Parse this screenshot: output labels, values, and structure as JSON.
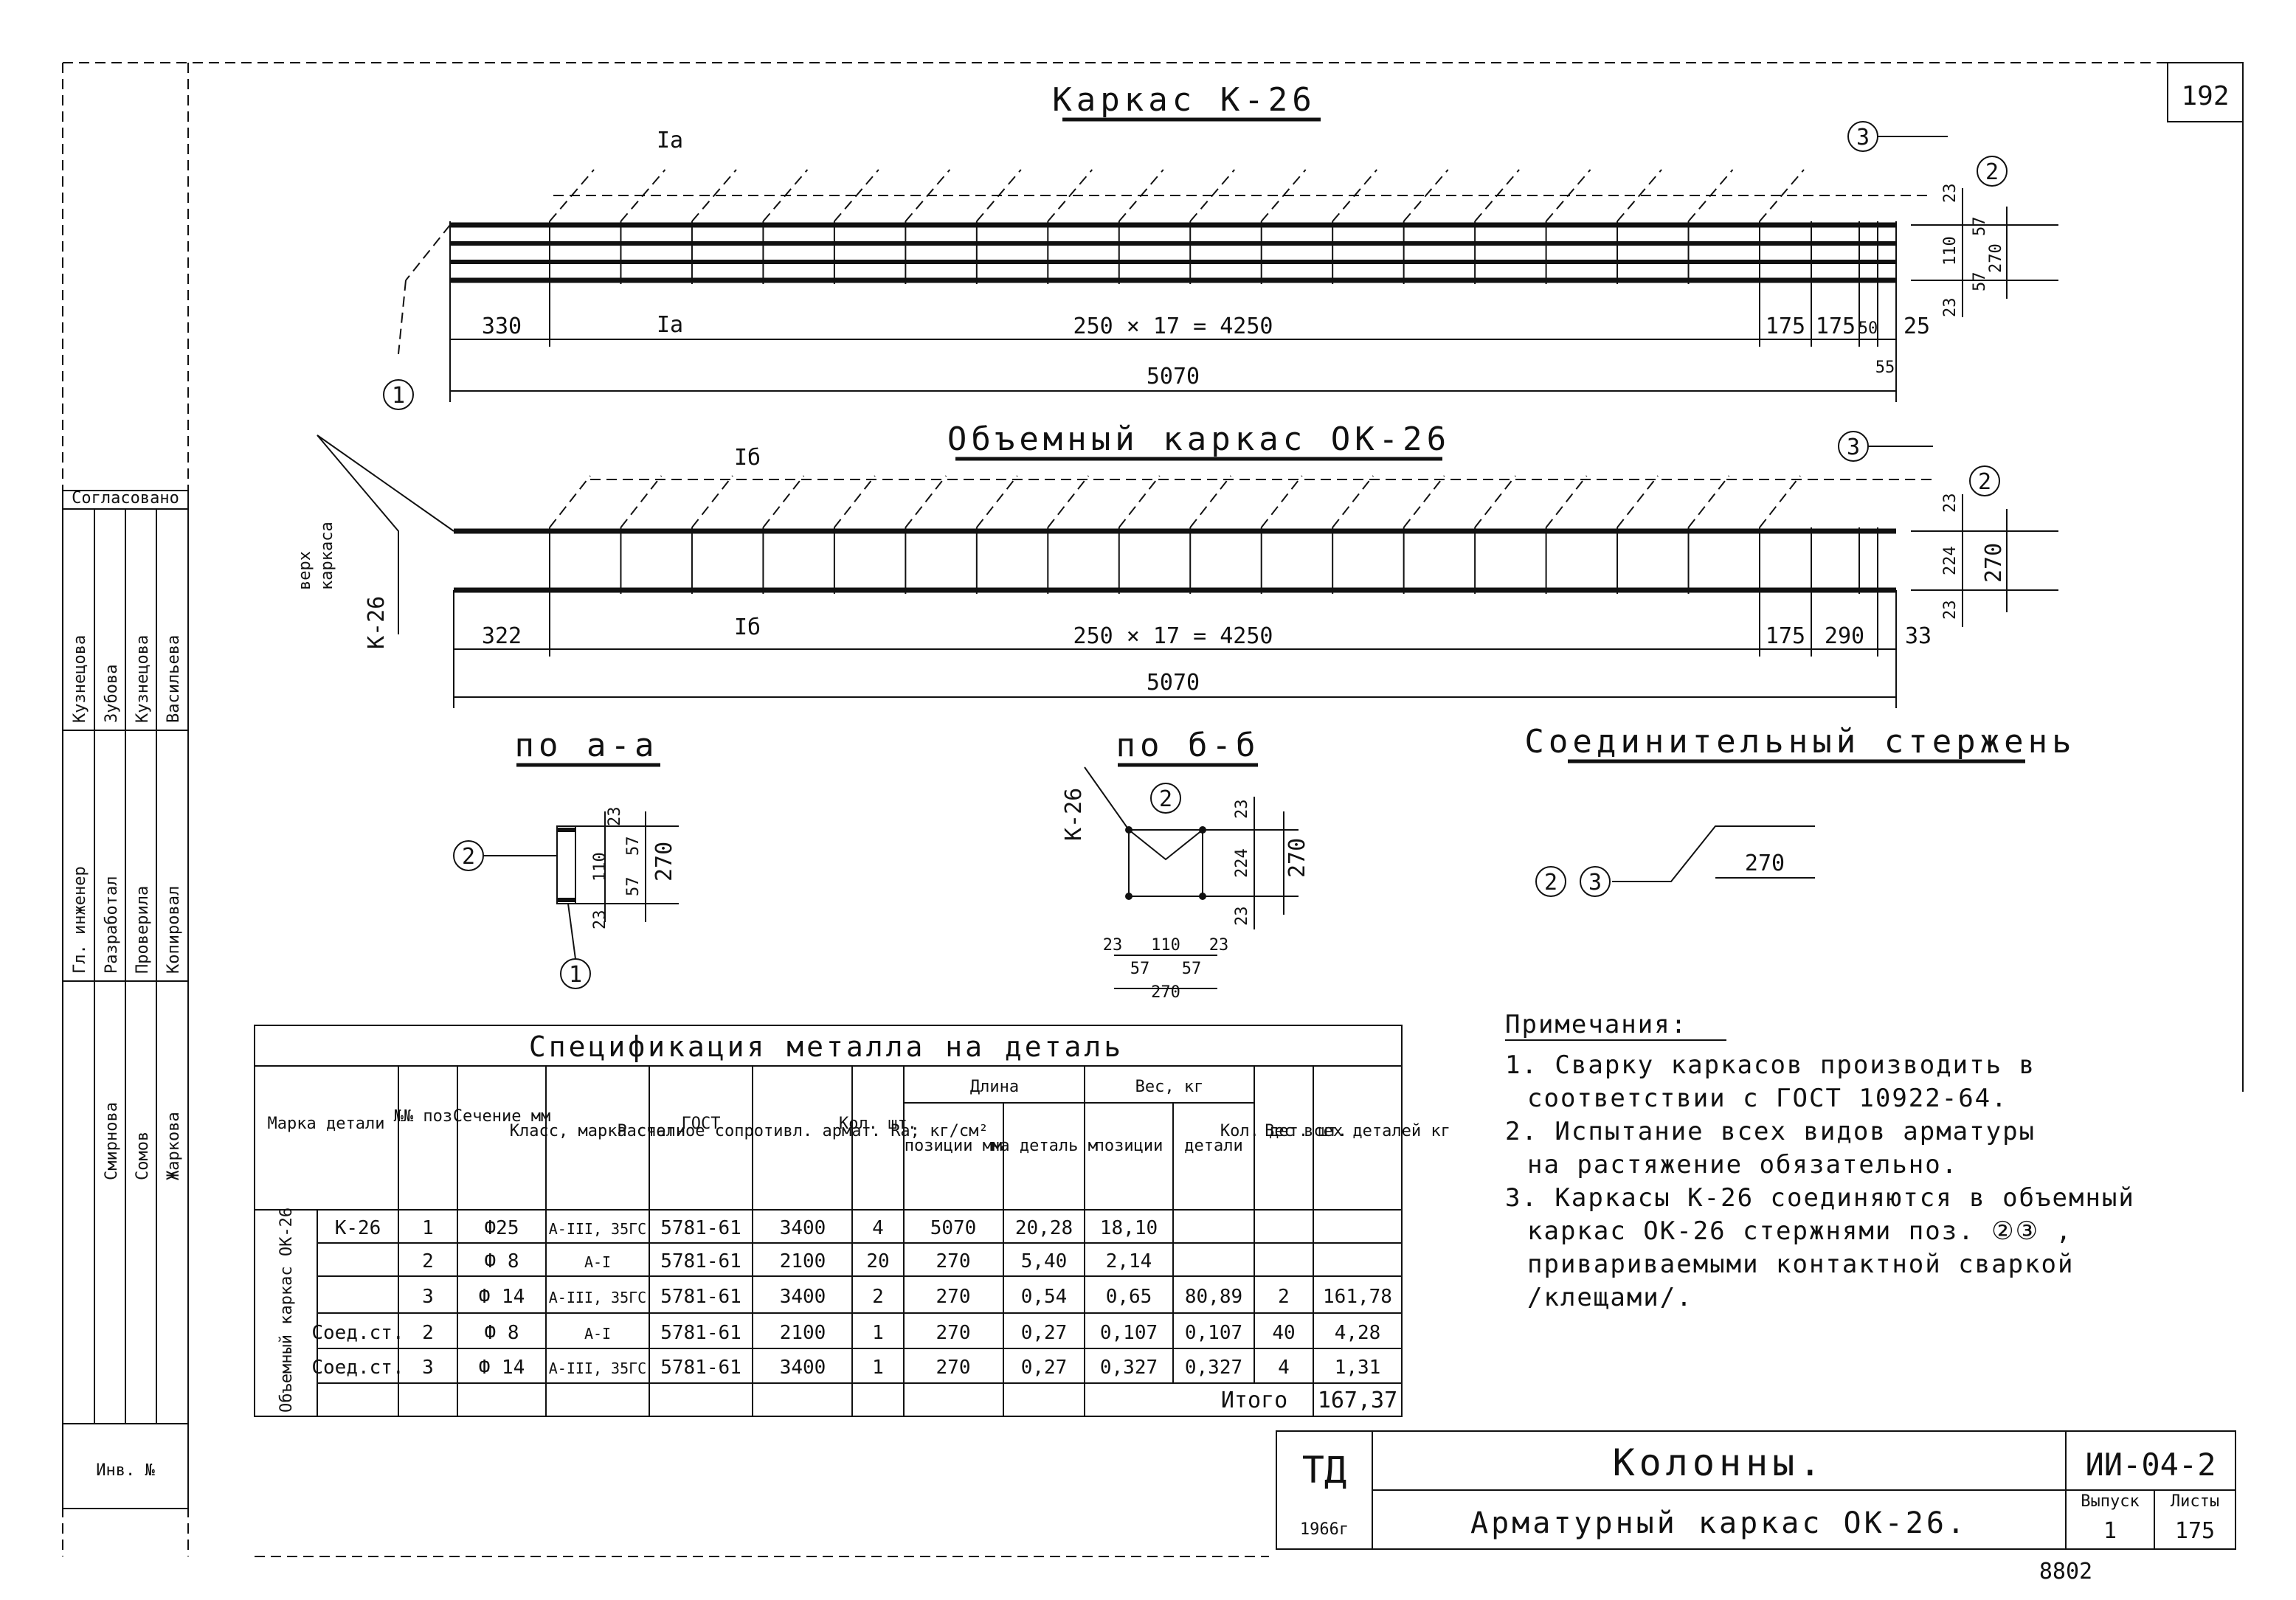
{
  "sheet_number": "192",
  "view1": {
    "title": "Каркас К-26",
    "section_label": "Iа",
    "dims_bottom": [
      "330",
      "250 × 17 = 4250",
      "175",
      "175",
      "50",
      "25"
    ],
    "total": "5070",
    "extra": "55",
    "dims_right": [
      "23",
      "110",
      "57",
      "57",
      "23",
      "270"
    ],
    "callouts": [
      "3",
      "2",
      "1"
    ]
  },
  "view2": {
    "title": "Объемный каркас ОК-26",
    "section_label": "Iб",
    "side_label_top": "верх",
    "side_label_bottom": "каркаса",
    "side_mark": "К-26",
    "dims_bottom": [
      "322",
      "250 × 17 = 4250",
      "175",
      "290",
      "33"
    ],
    "total": "5070",
    "dims_right": [
      "23",
      "224",
      "23",
      "270"
    ],
    "callouts": [
      "3",
      "2"
    ]
  },
  "section_aa": {
    "title": "по а-а",
    "dims": [
      "23",
      "110",
      "57",
      "57",
      "23",
      "270"
    ],
    "callouts": [
      "2",
      "1"
    ]
  },
  "section_bb": {
    "title": "по б-б",
    "mark": "К-26",
    "dims": [
      "23",
      "224",
      "23",
      "270",
      "23",
      "110",
      "23",
      "57",
      "57",
      "270"
    ],
    "callouts": [
      "2"
    ]
  },
  "connector": {
    "title": "Соединительный стержень",
    "length": "270",
    "callouts": [
      "2",
      "3"
    ]
  },
  "spec": {
    "title": "Спецификация металла на деталь",
    "headers": {
      "mark": "Марка детали",
      "pos": "№№ поз.",
      "section": "Сечение мм",
      "steel_class": "Класс, марка стали",
      "gost": "ГОСТ",
      "resistance": "Расчетное сопротивл. армат. Rа; кг/см²",
      "qty": "Кол. шт.",
      "length": "Длина",
      "len_pos": "позиции мм",
      "len_det": "на деталь м",
      "weight": "Вес, кг",
      "w_pos": "позиции",
      "w_det": "детали",
      "det_qty": "Кол. дет. шт.",
      "w_all": "Вес всех деталей кг"
    },
    "group_label": "Объемный каркас ОК-26",
    "rows": [
      {
        "mark": "К-26",
        "pos": "1",
        "section": "Ф25",
        "cls": "А-III, 35ГС",
        "gost": "5781-61",
        "res": "3400",
        "qty": "4",
        "lp": "5070",
        "ld": "20,28",
        "wp": "18,10",
        "wd": "",
        "dq": "",
        "wa": ""
      },
      {
        "mark": "",
        "pos": "2",
        "section": "Ф 8",
        "cls": "А-I",
        "gost": "5781-61",
        "res": "2100",
        "qty": "20",
        "lp": "270",
        "ld": "5,40",
        "wp": "2,14",
        "wd": "",
        "dq": "",
        "wa": ""
      },
      {
        "mark": "",
        "pos": "3",
        "section": "Ф 14",
        "cls": "А-III, 35ГС",
        "gost": "5781-61",
        "res": "3400",
        "qty": "2",
        "lp": "270",
        "ld": "0,54",
        "wp": "0,65",
        "wd": "80,89",
        "dq": "2",
        "wa": "161,78"
      },
      {
        "mark": "Соед.ст.",
        "pos": "2",
        "section": "Ф 8",
        "cls": "А-I",
        "gost": "5781-61",
        "res": "2100",
        "qty": "1",
        "lp": "270",
        "ld": "0,27",
        "wp": "0,107",
        "wd": "0,107",
        "dq": "40",
        "wa": "4,28"
      },
      {
        "mark": "Соед.ст.",
        "pos": "3",
        "section": "Ф 14",
        "cls": "А-III, 35ГС",
        "gost": "5781-61",
        "res": "3400",
        "qty": "1",
        "lp": "270",
        "ld": "0,27",
        "wp": "0,327",
        "wd": "0,327",
        "dq": "4",
        "wa": "1,31"
      }
    ],
    "total_label": "Итого",
    "total_value": "167,37"
  },
  "notes": {
    "title": "Примечания:",
    "lines": [
      "1. Сварку каркасов производить в",
      "соответствии с ГОСТ 10922-64.",
      "2. Испытание всех видов арматуры",
      "на растяжение обязательно.",
      "3. Каркасы К-26 соединяются в объемный",
      "каркас ОК-26 стержнями поз. ②③ ,",
      "привариваемыми контактной сваркой",
      "/клещами/."
    ]
  },
  "stamp": {
    "org": "ТД",
    "year": "1966г",
    "title": "Колонны.",
    "subtitle": "Арматурный каркас ОК-26.",
    "code": "ИИ-04-2",
    "issue_label": "Выпуск",
    "issue": "1",
    "sheet_label": "Листы",
    "sheet": "175"
  },
  "left_strip": {
    "approval": "Согласовано",
    "names_a": [
      "Кузнецова",
      "Зубова"
    ],
    "names_b": [
      "Кузнецова",
      "Васильева"
    ],
    "roles": [
      "Гл. инженер",
      "Разработал",
      "Проверила",
      "Копировал"
    ],
    "people": [
      "Смирнова",
      "Сомов",
      "Жаркова"
    ],
    "inv": "Инв. №"
  },
  "footer_note": "8802"
}
